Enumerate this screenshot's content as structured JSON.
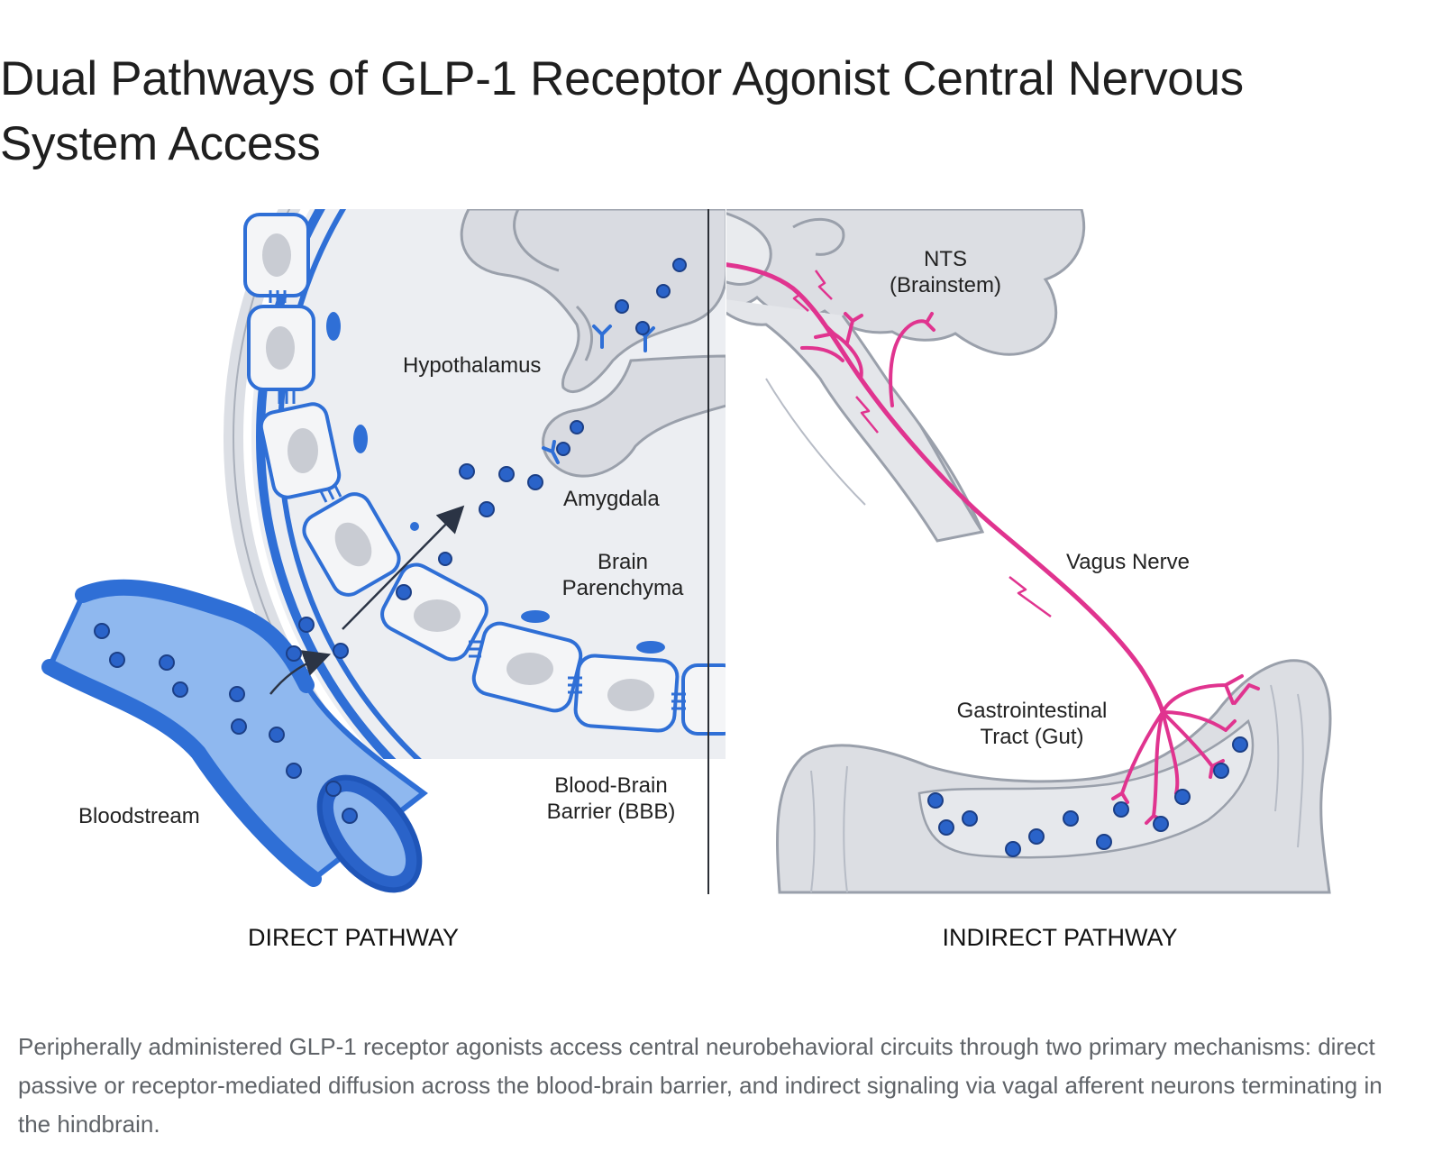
{
  "title": "Dual Pathways of GLP-1 Receptor Agonist Central Nervous System Access",
  "labels": {
    "hypothalamus": "Hypothalamus",
    "amygdala": "Amygdala",
    "brain_parenchyma_1": "Brain",
    "brain_parenchyma_2": "Parenchyma",
    "bbb_1": "Blood-Brain",
    "bbb_2": "Barrier (BBB)",
    "bloodstream": "Bloodstream",
    "nts_1": "NTS",
    "nts_2": "(Brainstem)",
    "vagus": "Vagus Nerve",
    "gi_1": "Gastrointestinal",
    "gi_2": "Tract (Gut)"
  },
  "panels": {
    "direct": "DIRECT PATHWAY",
    "indirect": "INDIRECT PATHWAY"
  },
  "caption": "Peripherally administered GLP-1 receptor agonists access central neurobehavioral circuits through two primary mechanisms: direct passive or receptor-mediated diffusion across the blood-brain barrier, and indirect signaling via vagal afferent neurons terminating in the hindbrain.",
  "colors": {
    "vessel": "#2f6fd6",
    "vessel_light": "#8fb8ef",
    "nerve": "#e0348f",
    "tissue": "#dcdee3",
    "molecule": "#2a63c9"
  }
}
